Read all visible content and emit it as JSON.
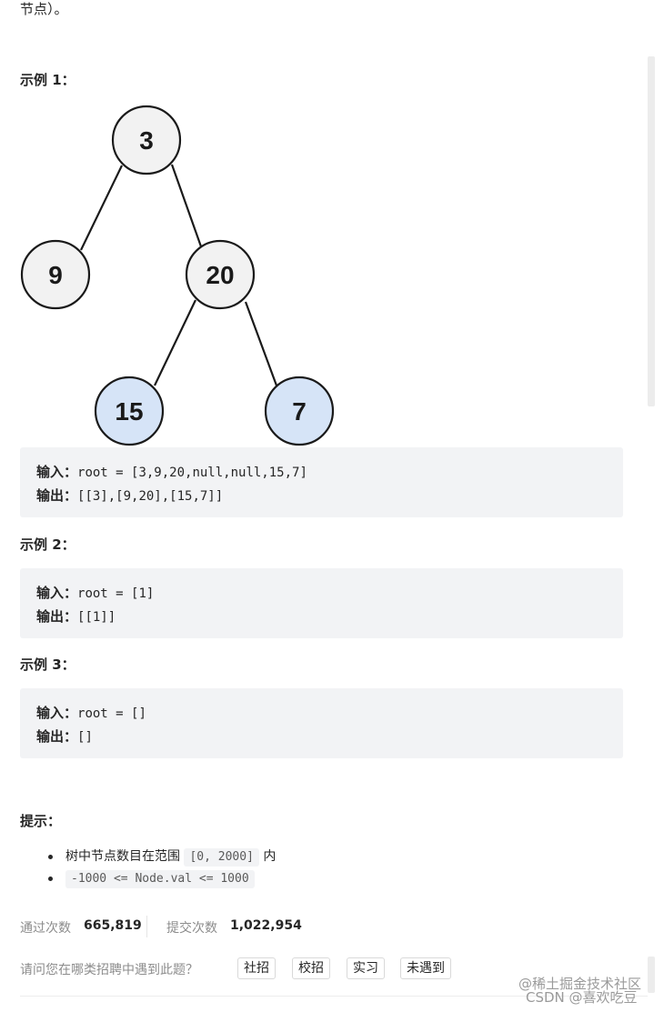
{
  "intro_tail": "节点）。",
  "example1": {
    "heading": "示例 1：",
    "tree": {
      "nodes": [
        {
          "label": "3",
          "fill": "#f2f2f2"
        },
        {
          "label": "9",
          "fill": "#f2f2f2"
        },
        {
          "label": "20",
          "fill": "#f2f2f2"
        },
        {
          "label": "15",
          "fill": "#d6e4f7"
        },
        {
          "label": "7",
          "fill": "#d6e4f7"
        }
      ]
    },
    "input_label": "输入：",
    "input_value": "root = [3,9,20,null,null,15,7]",
    "output_label": "输出：",
    "output_value": "[[3],[9,20],[15,7]]"
  },
  "example2": {
    "heading": "示例 2：",
    "input_label": "输入：",
    "input_value": "root = [1]",
    "output_label": "输出：",
    "output_value": "[[1]]"
  },
  "example3": {
    "heading": "示例 3：",
    "input_label": "输入：",
    "input_value": "root = []",
    "output_label": "输出：",
    "output_value": "[]"
  },
  "hints": {
    "heading": "提示：",
    "item1_text": "树中节点数目在范围",
    "item1_code": "[0, 2000]",
    "item1_suffix": "内",
    "item2_code": "-1000 <= Node.val <= 1000"
  },
  "stats": {
    "accepted_label": "通过次数",
    "accepted_value": "665,819",
    "submitted_label": "提交次数",
    "submitted_value": "1,022,954"
  },
  "survey": {
    "question": "请问您在哪类招聘中遇到此题？",
    "options": [
      "社招",
      "校招",
      "实习",
      "未遇到"
    ]
  },
  "watermark": {
    "line1": "@稀土掘金技术社区",
    "line2": "CSDN @喜欢吃豆"
  }
}
